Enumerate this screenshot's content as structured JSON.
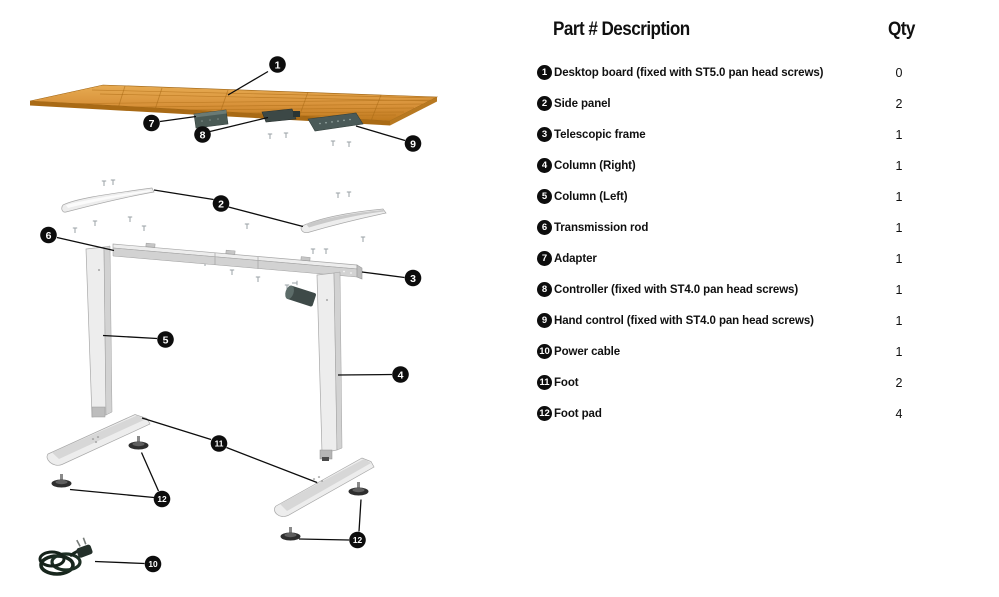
{
  "table": {
    "header": {
      "part_desc_label": "Part # Description",
      "qty_label": "Qty"
    },
    "rows": [
      {
        "num": "1",
        "desc": "Desktop board (fixed with ST5.0 pan head screws)",
        "qty": "0"
      },
      {
        "num": "2",
        "desc": "Side panel",
        "qty": "2"
      },
      {
        "num": "3",
        "desc": "Telescopic frame",
        "qty": "1"
      },
      {
        "num": "4",
        "desc": "Column (Right)",
        "qty": "1"
      },
      {
        "num": "5",
        "desc": "Column (Left)",
        "qty": "1"
      },
      {
        "num": "6",
        "desc": "Transmission rod",
        "qty": "1"
      },
      {
        "num": "7",
        "desc": "Adapter",
        "qty": "1"
      },
      {
        "num": "8",
        "desc": "Controller (fixed with ST4.0 pan head screws)",
        "qty": "1"
      },
      {
        "num": "9",
        "desc": "Hand control (fixed with ST4.0 pan head screws)",
        "qty": "1"
      },
      {
        "num": "10",
        "desc": "Power cable",
        "qty": "1"
      },
      {
        "num": "11",
        "desc": "Foot",
        "qty": "2"
      },
      {
        "num": "12",
        "desc": "Foot pad",
        "qty": "4"
      }
    ]
  },
  "diagram": {
    "callouts": {
      "c1": "1",
      "c2": "2",
      "c3": "3",
      "c4": "4",
      "c5": "5",
      "c6": "6",
      "c7": "7",
      "c8": "8",
      "c9": "9",
      "c10": "10",
      "c11": "11",
      "c12": "12"
    },
    "colors": {
      "badge": "#0d0d0d",
      "wood_light": "#e2a249",
      "wood_dark": "#c07a1e",
      "wood_edge": "#a96a15",
      "metal_light": "#ededed",
      "metal_shadow": "#d2d2d2",
      "dark_part": "#3e4a48",
      "cable": "#18261d"
    }
  }
}
